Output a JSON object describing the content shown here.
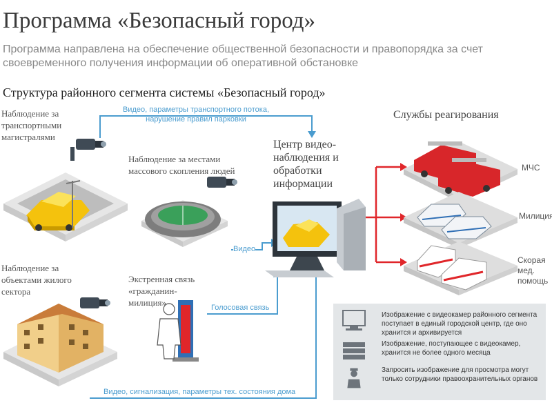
{
  "header": {
    "title": "Программа «Безопасный город»",
    "subtitle": "Программа направлена на обеспечение общественной безопасности и правопорядка за счет своевременного получения информации об оперативной обстановке"
  },
  "diagram": {
    "section_title": "Структура районного сегмента системы «Безопасный город»",
    "nodes": {
      "traffic": "Наблюдение за транспортными магистралями",
      "crowds": "Наблюдение за местами массового скопления людей",
      "residential": "Наблюдение за объектами жилого сектора",
      "emergency": "Экстренная связь «гражданин-милиция»",
      "center": "Центр видео-наблюдения и обработки информации",
      "services_title": "Службы реагирования"
    },
    "services": [
      "МЧС",
      "Милиция",
      "Скорая мед. помощь"
    ],
    "edges": {
      "traffic_line1": "Видео, параметры транспортного потока,",
      "traffic_line2": "нарушение правил парковки",
      "crowds": "Видео",
      "emergency": "Голосовая связь",
      "residential": "Видео, сигнализация, параметры тех. состояния дома"
    },
    "info": [
      "Изображение с видеокамер районного сегмента поступает в единый городской центр, где оно хранится и архивируется",
      "Изображение, поступающее с видеокамер, хранится не более одного месяца",
      "Запросить изображение для просмотра могут только сотрудники правоохранительных органов"
    ],
    "colors": {
      "link": "#4a9ccf",
      "alert": "#e0262a",
      "platform": "#dedede",
      "info_bg": "#e3e6e8"
    },
    "icons": [
      "cctv-camera-icon",
      "stadium-icon",
      "taxi-car-icon",
      "apartment-building-icon",
      "sos-terminal-icon",
      "computer-monitor-icon",
      "fire-truck-icon",
      "police-car-icon",
      "ambulance-icon",
      "archive-server-icon",
      "policeman-icon"
    ]
  }
}
